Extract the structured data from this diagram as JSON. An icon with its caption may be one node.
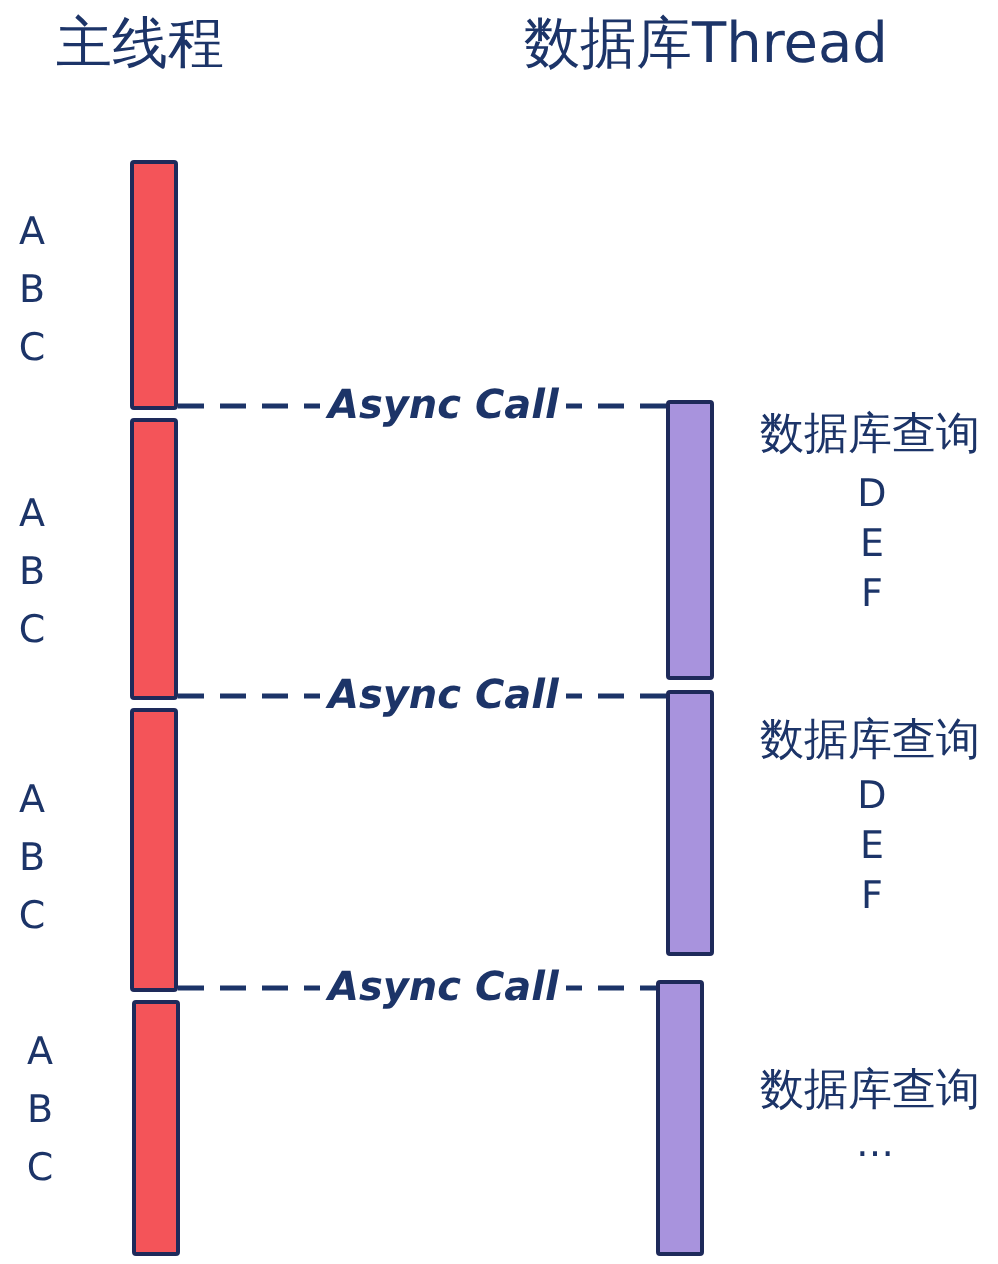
{
  "diagram": {
    "nodes": [
      {
        "text": [],
        "shape": "bar",
        "beside": [
          "A B C"
        ]
      },
      {
        "text": [],
        "shape": "bar",
        "beside": [
          "A B C"
        ]
      },
      {
        "text": [],
        "shape": "bar",
        "beside": [
          "A B C"
        ]
      },
      {
        "text": [],
        "shape": "bar",
        "beside": [
          "A B C"
        ]
      },
      {
        "text": [],
        "shape": "bar",
        "beside": [
          "数据库查询",
          "D E F"
        ]
      },
      {
        "text": [],
        "shape": "bar",
        "beside": [
          "数据库查询",
          "D E F"
        ]
      },
      {
        "text": [],
        "shape": "bar",
        "beside": [
          "数据库查询",
          "…"
        ]
      }
    ],
    "edges": [
      {
        "from": 0,
        "to": 4,
        "arrow": "none",
        "style": "dashed",
        "label": "Async Call"
      },
      {
        "from": 1,
        "to": 5,
        "arrow": "none",
        "style": "dashed",
        "label": "Async Call"
      },
      {
        "from": 2,
        "to": 6,
        "arrow": "none",
        "style": "dashed",
        "label": "Async Call"
      }
    ],
    "labels": [
      "主线程",
      "数据库Thread"
    ]
  }
}
